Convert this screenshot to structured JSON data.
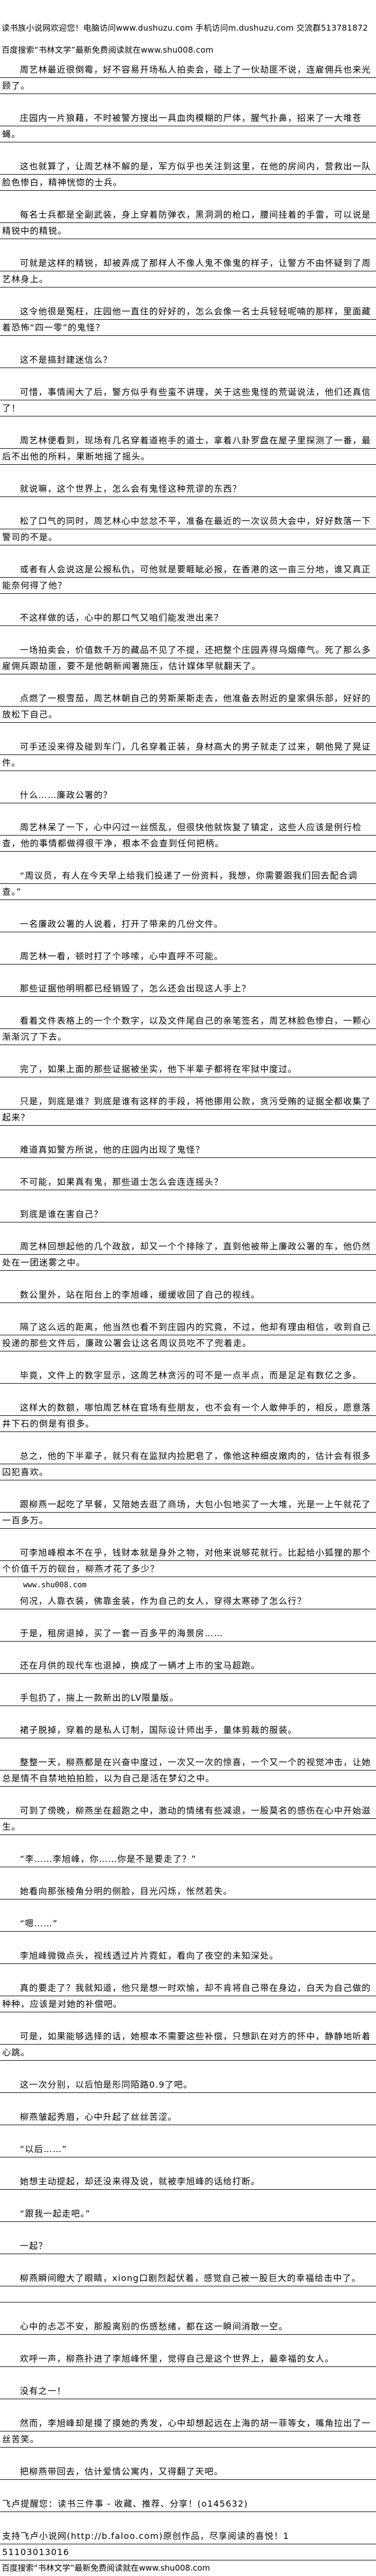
{
  "header": {
    "site_notice": "读书族小说网欢迎您！电脑访问www.dushuzu.com 手机访问m.dushuzu.com 交流群513781872",
    "search_notice": "百度搜索“书林文学”最新免费阅读就在www.shu008.com"
  },
  "paragraphs": [
    "周艺林最近很倒霉，好不容易开场私人拍卖会，碰上了一伙劫匪不说，连雇佣兵也来光顾了。",
    "庄园内一片狼藉，不时被警方搜出一具血肉模糊的尸体，腥气扑鼻，招来了一大堆苍蝇。",
    "这也就算了，让周艺林不解的是，军方似乎也关注到这里，在他的房间内，营救出一队脸色惨白，精神恍惚的士兵。",
    "每名士兵都是全副武装，身上穿着防弹衣，黑洞洞的枪口，腰间挂着的手雷，可以说是精锐中的精锐。",
    "可就是这样的精锐，却被弄成了那样人不像人鬼不像鬼的样子，让警方不由怀疑到了周艺林身上。",
    "这令他很是冤枉，庄园他一直住的好好的，怎么会像一名士兵轻轻呢喃的那样，里面藏着恐怖“四一零”的鬼怪？",
    "这不是搞封建迷信么？",
    "可惜，事情闹大了后，警方似乎有些蛮不讲理，关于这些鬼怪的荒诞说法，他们还真信了！",
    "周艺林便看到，现场有几名穿着道袍手的道士，拿着八卦罗盘在屋子里探测了一番，最后不出他的所料，果断地摇了摇头。",
    "就说嘛，这个世界上，怎么会有鬼怪这种荒谬的东西？",
    "松了口气的同时，周艺林心中忿忿不平，准备在最近的一次议员大会中，好好数落一下警司的不是。",
    "或者有人会说这是公报私仇，可他就是要睚眦必报，在香港的这一亩三分地，谁又真正能奈何得了他？",
    "不这样做的话，心中的那口气又咱们能发泄出来？",
    "一场拍卖会，价值数千万的藏品不见了不提，还把整个庄园弄得乌烟瘴气。死了那么多雇佣兵跟劫匪，要不是他朝新闻署施压，估计媒体早就翻天了。",
    "点燃了一根雪茄，周艺林朝自己的劳斯莱斯走去，他准备去附近的皇家俱乐部，好好的放松下自己。",
    "可手还没来得及碰到车门，几名穿着正装，身材高大的男子就走了过来，朝他晃了晃证件。",
    "什么……廉政公署的？",
    "周艺林呆了一下，心中闪过一丝慌乱，但很快他就恢复了镇定，这些人应该是例行检查，他的事情都做得很干净，根本不会查到任何把柄。",
    "“周议员，有人在今天早上给我们投递了一份资料，我想，你需要跟我们回去配合调查。”",
    "一名廉政公署的人说着，打开了带来的几份文件。",
    "周艺林一看，顿时打了个哆嗦，心中直呼不可能。",
    "那些证据他明明都已经销毁了，怎么还会出现这人手上？",
    "看着文件表格上的一个个数字，以及文件尾自己的亲笔签名，周艺林脸色惨白，一颗心渐渐沉了下去。",
    "完了，如果上面的那些证据被坐实，他下半辈子都将在牢狱中度过。",
    "只是，到底是谁？到底是谁有这样的手段，将他挪用公款，贪污受贿的证据全都收集了起来？",
    "难道真如警方所说，他的庄园内出现了鬼怪？",
    "不可能，如果真有鬼，那些道士怎么会连连摇头？",
    "到底是谁在害自己？",
    "周艺林回想起他的几个政敌，却又一个个排除了，直到他被带上廉政公署的车，他仍然处在一团迷雾之中。",
    "数公里外，站在阳台上的李旭峰，缓缓收回了自己的视线。",
    "隔了这么远的距离，他当然也看不到庄园内的究竟，不过，他却有理由相信，收到自己投递的那些文件后，廉政公署会让这名周议员吃不了兜着走。",
    "毕竟，文件上的数字显示，这周艺林贪污的可不是一点半点，而是足足有数亿之多。",
    "这样大的数额，哪怕周艺林在官场有些朋友，也不会有一个人敢伸手的，相反，愿意落井下石的倒是有很多。",
    "总之，他的下半辈子，就只有在监狱内捡肥皂了，像他这种细皮嫩肉的，估计会有很多囚犯喜欢。",
    "跟柳燕一起吃了早餐，又陪她去逛了商场，大包小包地买了一大堆，光是一上午就花了一百多万。",
    "可李旭峰根本不在乎，钱财本就是身外之物，对他来说够花就行。比起给小狐狸的那个个价值千万的砚台，柳燕才花了多少？"
  ],
  "watermark": "www.shu008.com",
  "paragraphs_2": [
    "何况，人靠衣装，佛靠金装，作为自己的女人，穿得太寒碜了怎么行？",
    "于是，租房退掉，买了一套一百多平的海景房……",
    "还在月供的现代车也退掉，换成了一辆才上市的宝马超跑。",
    "手包扔了，揣上一款新出的LV限量版。",
    "裙子脱掉，穿着的是私人订制，国际设计师出手，量体剪裁的服装。",
    "整整一天，柳燕都是在兴奋中度过，一次又一次的惊喜，一个又一个的视觉冲击，让她总是情不自禁地拍拍脸，以为自己是活在梦幻之中。",
    "可到了傍晚，柳燕坐在超跑之中，激动的情绪有些减退，一股莫名的感伤在心中开始滋生。",
    "“李……李旭峰，你……你是不是要走了？”",
    "她看向那张棱角分明的侧脸，目光闪烁，怅然若失。",
    "“嗯……”",
    "李旭峰微微点头，视线透过片片霓虹，看向了夜空的未知深处。",
    "真的要走了？我就知道，他只是想一时欢愉，却不肯将自己带在身边，白天为自己做的种种，应该是对她的补偿吧。",
    "可是，如果能够选择的话，她根本不需要这些补偿，只想趴在对方的怀中，静静地听着心跳。",
    "这一次分别，以后怕是形同陌路0.9了吧。",
    "柳燕皱起秀眉，心中升起了丝丝苦涩。",
    "“以后……”",
    "她想主动提起，却还没来得及说，就被李旭峰的话给打断。",
    "“跟我一起走吧。”",
    "一起？",
    "柳燕瞬间瞪大了眼睛，xiong口剧烈起伏着，感觉自己被一股巨大的幸福给击中了。",
    "心中的忐忑不安，那股离别的伤感愁绪，都在这一瞬间消散一空。",
    "欢呼一声，柳燕扑进了李旭峰怀里，觉得自己是这个世界上，最幸福的女人。",
    "没有之一！",
    "然而，李旭峰却是摸了摸她的秀发，心中却想起远在上海的胡一菲等女，嘴角拉出了一丝苦笑。",
    "把柳燕带回去，估计爱情公寓内，又得翻了天吧。"
  ],
  "notices": {
    "reminder": "飞卢提醒您：读书三件事 - 收藏、推荐、分享！(o145632)",
    "support": "支持飞卢小说网(http://b.faloo.com)原创作品，尽享阅读的喜悦！1",
    "support_cont": "51103013016"
  },
  "footer": {
    "search_notice": "百度搜索“书林文学”最新免费阅读就在www.shu008.com"
  }
}
